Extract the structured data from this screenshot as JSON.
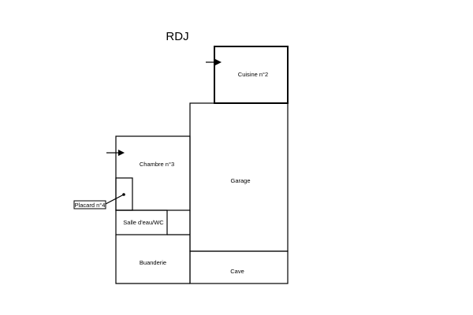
{
  "plan": {
    "title": "RDJ",
    "rooms": {
      "cuisine": "Cuisine n°2",
      "chambre": "Chambre n°3",
      "garage": "Garage",
      "salle_eau": "Salle d'eau/WC",
      "buanderie": "Buanderie",
      "cave": "Cave"
    },
    "callouts": {
      "placard": "Placard n°4"
    }
  }
}
